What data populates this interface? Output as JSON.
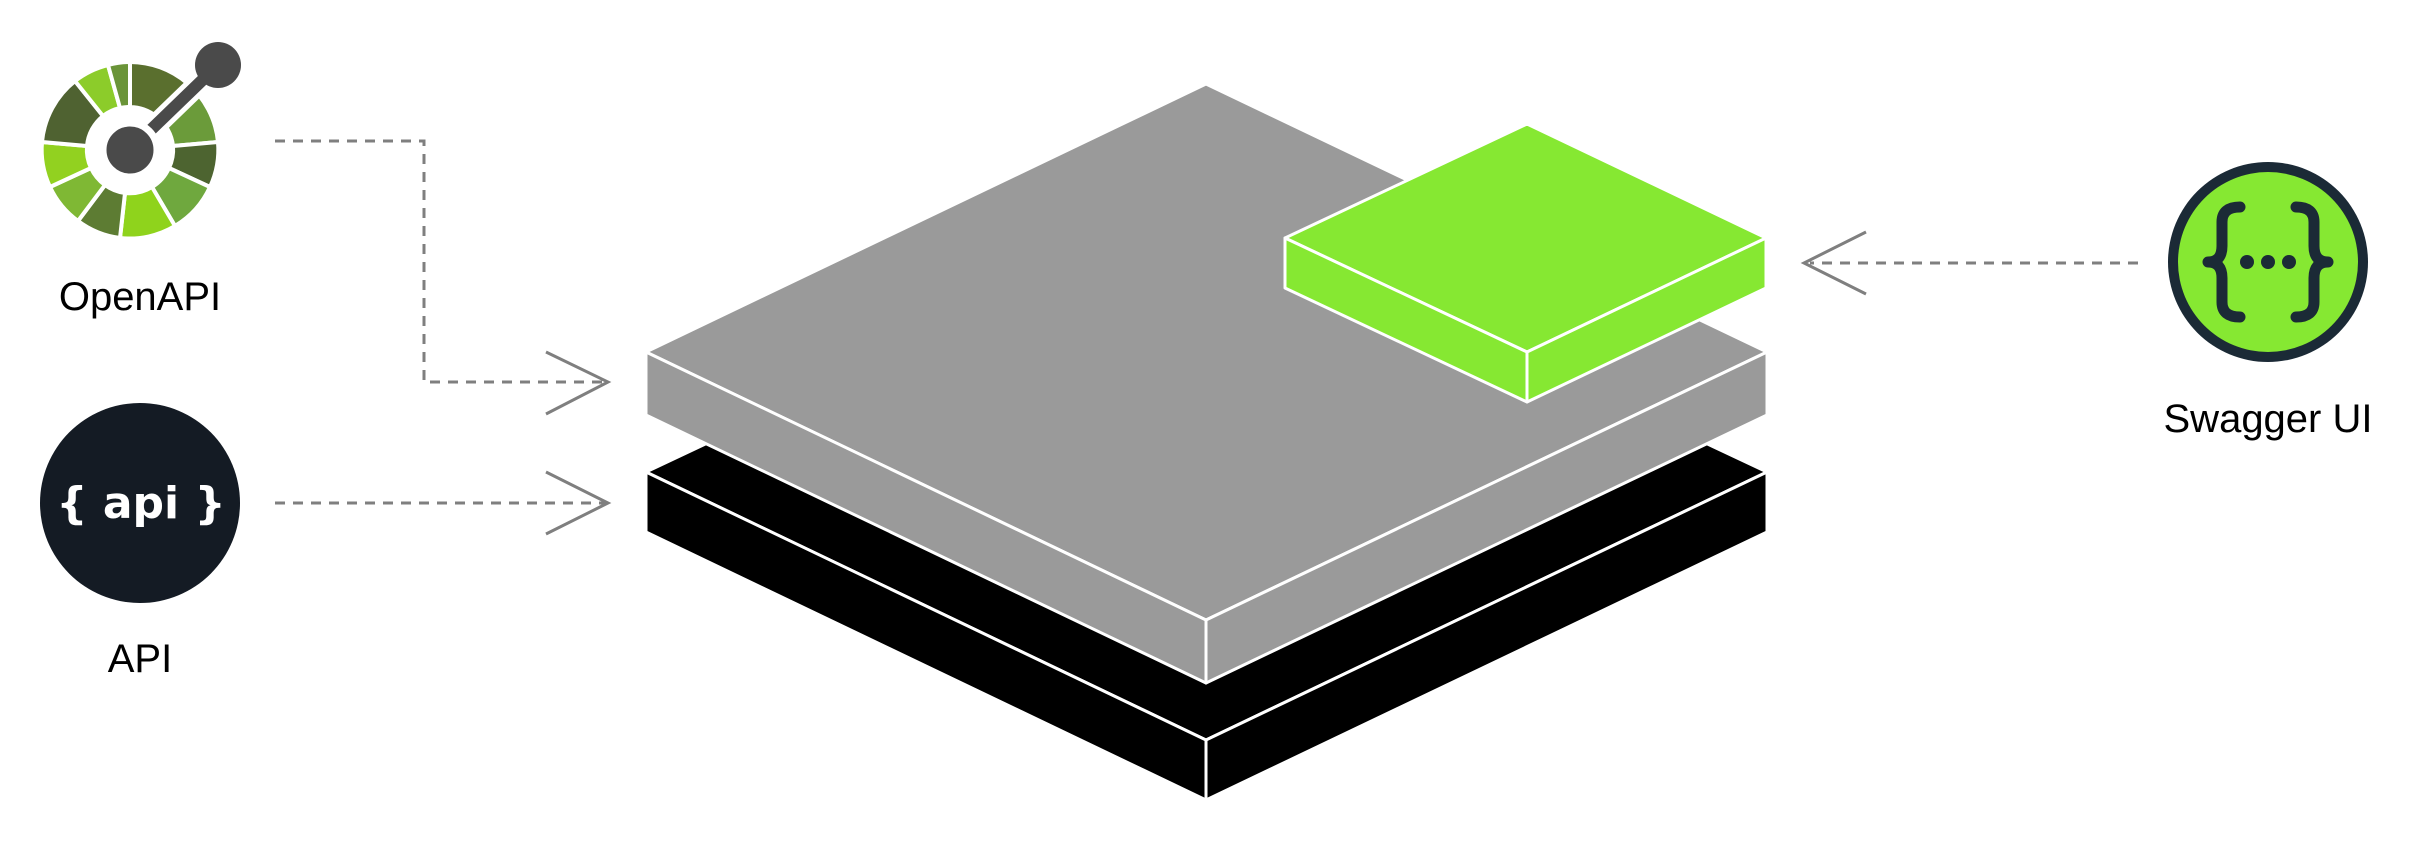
{
  "nodes": {
    "openapi": {
      "label": "OpenAPI",
      "icon": "openapi-logo-icon"
    },
    "api": {
      "label": "API",
      "icon_text": "{ api }"
    },
    "swagger": {
      "label": "Swagger UI",
      "icon": "swagger-logo-icon"
    }
  },
  "colors": {
    "gray_top": "#9a9a9a",
    "black_layer": "#000000",
    "green_block": "#86e832",
    "arrow": "#7f7f7f",
    "api_bg": "#141b24",
    "swagger_ring": "#1b2a36",
    "swagger_fill": "#86e832"
  }
}
